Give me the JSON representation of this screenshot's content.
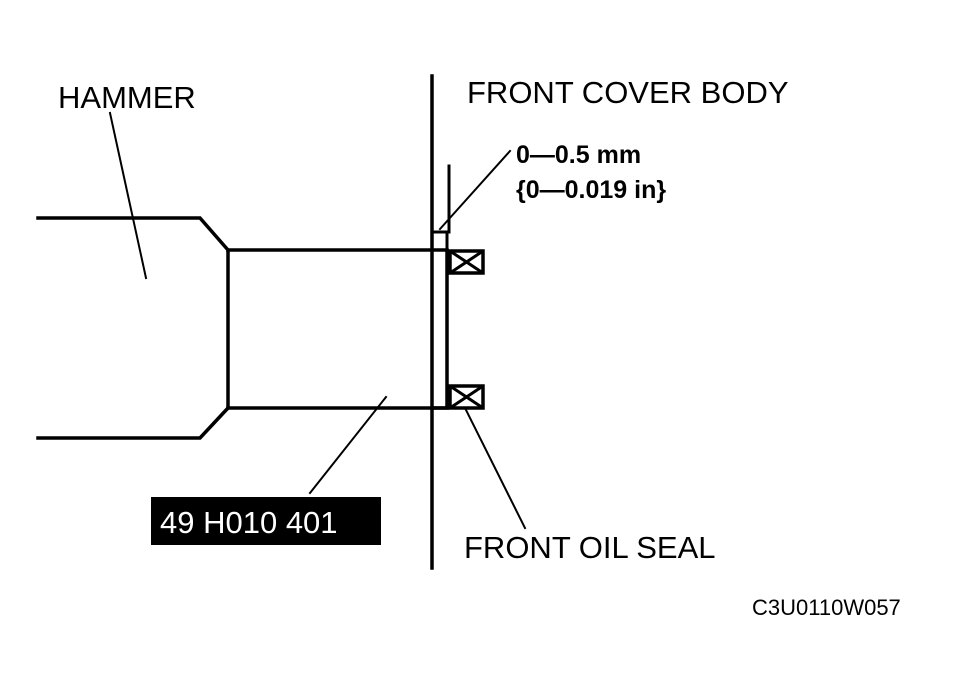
{
  "labels": {
    "hammer": "HAMMER",
    "front_cover_body": "FRONT COVER BODY",
    "clearance_mm": "0—0.5 mm",
    "clearance_in": "{0—0.019 in}",
    "tool_number": "49 H010 401",
    "front_oil_seal": "FRONT OIL SEAL",
    "figure_code": "C3U0110W057"
  },
  "colors": {
    "ink": "#000000",
    "background": "#ffffff",
    "tool_label_background": "#000000",
    "tool_label_text": "#ffffff"
  }
}
